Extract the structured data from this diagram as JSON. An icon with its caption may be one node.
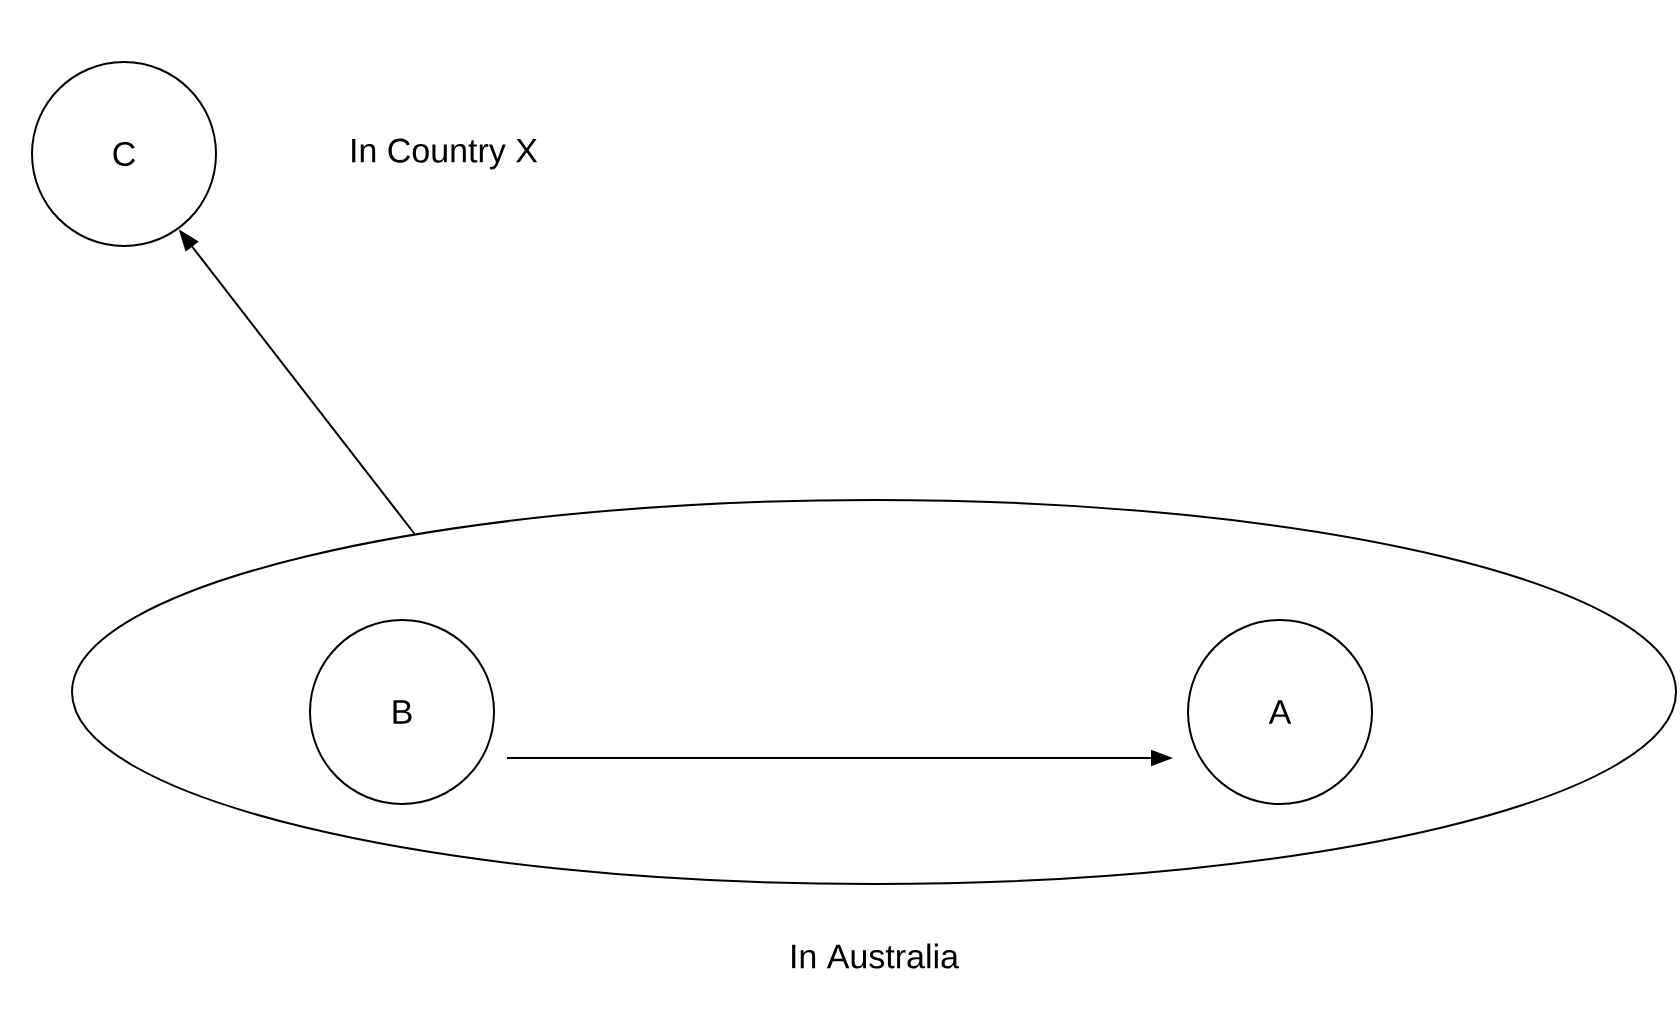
{
  "diagram": {
    "nodes": [
      {
        "text": [
          "C"
        ],
        "beside": [
          "In Country X"
        ]
      },
      {
        "text": [
          "In Australia"
        ]
      },
      {
        "text": [
          "B"
        ],
        "in": 1
      },
      {
        "text": [
          "A"
        ],
        "in": 1
      }
    ],
    "edges": [
      {
        "from": 1,
        "to": 0,
        "arrow": "to"
      },
      {
        "from": 2,
        "to": 3,
        "arrow": "to"
      }
    ]
  }
}
